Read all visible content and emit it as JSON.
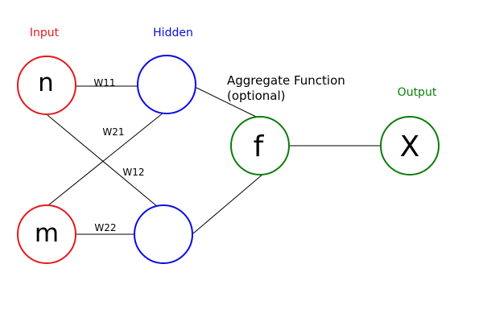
{
  "colors": {
    "input": "#e3191c",
    "hidden": "#0a0ae6",
    "output": "#0a7d0a",
    "edge": "#000000"
  },
  "headings": {
    "input": "Input",
    "hidden": "Hidden",
    "output": "Output"
  },
  "aggregate": {
    "line1": "Aggregate Function",
    "line2": "(optional)"
  },
  "nodes": {
    "n": "n",
    "m": "m",
    "h1": "",
    "h2": "",
    "f": "f",
    "x": "X"
  },
  "weights": {
    "w11": "W11",
    "w21": "W21",
    "w12": "W12",
    "w22": "W22"
  }
}
